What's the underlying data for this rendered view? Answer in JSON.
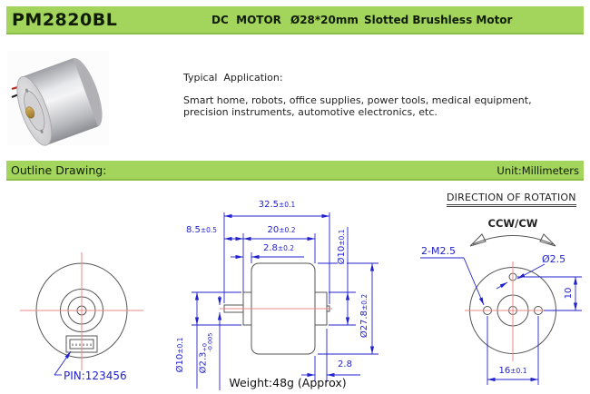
{
  "header": {
    "product_code": "PM2820BL",
    "type_label": "DC  MOTOR",
    "size_label": "Ø28*20mm",
    "subtitle": "Slotted Brushless Motor"
  },
  "application": {
    "title": "Typical  Application:",
    "line1": "Smart home, robots, office supplies, power tools, medical equipment,",
    "line2": "precision instruments, automotive electronics, etc."
  },
  "section": {
    "title": "Outline Drawing:",
    "unit": "Unit:Millimeters"
  },
  "drawing": {
    "front_view": {
      "pin_label": "PIN:123456"
    },
    "side_view": {
      "dim_overall": {
        "value": "32.5",
        "tol": "±0.1"
      },
      "dim_shaft_len": {
        "value": "8.5",
        "tol": "±0.5"
      },
      "dim_body_len": {
        "value": "20",
        "tol": "±0.2"
      },
      "dim_flange_len": {
        "value": "2.8",
        "tol": "±0.2"
      },
      "dim_boss_dia": {
        "value": "Ø10",
        "tol": "±0.1"
      },
      "dim_body_dia": {
        "value": "Ø27.8",
        "tol": "±0.2"
      },
      "dim_flange_dia": {
        "value": "Ø10",
        "tol": "±0.1"
      },
      "dim_shaft_dia": {
        "value": "Ø2.3",
        "tol_upper": "+0",
        "tol_lower": "-0.005"
      },
      "dim_boss_len": {
        "value": "2.8"
      },
      "weight_note": "Weight:48g (Approx)"
    },
    "rear_view": {
      "rotation_title": "DIRECTION OF ROTATION",
      "rotation_value": "CCW/CW",
      "label_mount_holes": "2-M2.5",
      "label_hole_dia": "Ø2.5",
      "dim_hole_offset": "10",
      "dim_hole_spacing": {
        "value": "16",
        "tol": "±0.1"
      }
    }
  },
  "colors": {
    "accent_green": "#A3D55D",
    "dimension_blue": "#2222CC",
    "centerline_red": "#E98B8B",
    "outline_gray": "#555555"
  }
}
